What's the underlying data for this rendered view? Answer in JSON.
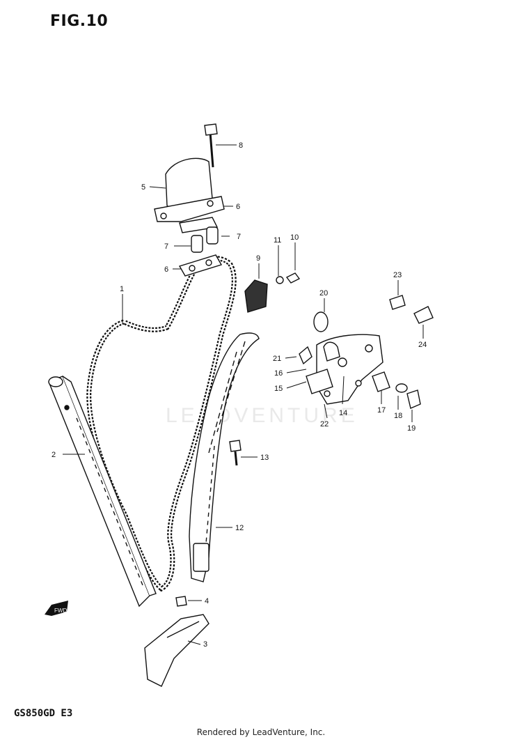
{
  "figure": {
    "title": "FIG.10",
    "model_code": "GS850GD E3",
    "footer": "Rendered by LeadVenture, Inc.",
    "watermark": "LEADVENTURE",
    "front_marker": "FWD"
  },
  "callouts": [
    {
      "id": "c1",
      "label": "1"
    },
    {
      "id": "c2",
      "label": "2"
    },
    {
      "id": "c3",
      "label": "3"
    },
    {
      "id": "c4",
      "label": "4"
    },
    {
      "id": "c5",
      "label": "5"
    },
    {
      "id": "c6a",
      "label": "6"
    },
    {
      "id": "c6b",
      "label": "6"
    },
    {
      "id": "c7a",
      "label": "7"
    },
    {
      "id": "c7b",
      "label": "7"
    },
    {
      "id": "c8",
      "label": "8"
    },
    {
      "id": "c9",
      "label": "9"
    },
    {
      "id": "c10",
      "label": "10"
    },
    {
      "id": "c11",
      "label": "11"
    },
    {
      "id": "c12",
      "label": "12"
    },
    {
      "id": "c13",
      "label": "13"
    },
    {
      "id": "c14",
      "label": "14"
    },
    {
      "id": "c15",
      "label": "15"
    },
    {
      "id": "c16",
      "label": "16"
    },
    {
      "id": "c17",
      "label": "17"
    },
    {
      "id": "c18",
      "label": "18"
    },
    {
      "id": "c19",
      "label": "19"
    },
    {
      "id": "c20",
      "label": "20"
    },
    {
      "id": "c21",
      "label": "21"
    },
    {
      "id": "c22",
      "label": "22"
    },
    {
      "id": "c23",
      "label": "23"
    },
    {
      "id": "c24",
      "label": "24"
    }
  ]
}
